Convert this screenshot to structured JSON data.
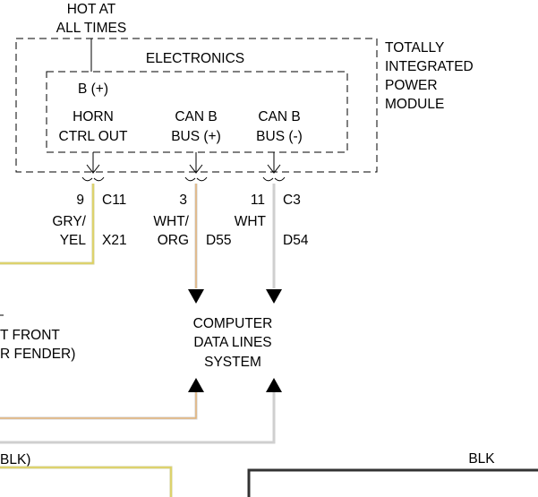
{
  "hot_label": {
    "line1": "HOT AT",
    "line2": "ALL TIMES"
  },
  "module_name": {
    "line1": "TOTALLY",
    "line2": "INTEGRATED",
    "line3": "POWER",
    "line4": "MODULE"
  },
  "electronics_label": "ELECTRONICS",
  "battery_label": "B (+)",
  "pins": [
    {
      "name_line1": "HORN",
      "name_line2": "CTRL OUT",
      "pin": "9",
      "connector": "C11",
      "wire_color_line1": "GRY/",
      "wire_color_line2": "YEL",
      "circuit": "X21"
    },
    {
      "name_line1": "CAN B",
      "name_line2": "BUS (+)",
      "pin": "3",
      "connector": "",
      "wire_color_line1": "WHT/",
      "wire_color_line2": "ORG",
      "circuit": "D55"
    },
    {
      "name_line1": "CAN B",
      "name_line2": "BUS (-)",
      "pin": "11",
      "connector": "C3",
      "wire_color_line1": "WHT",
      "wire_color_line2": "",
      "circuit": "D54"
    }
  ],
  "system_label": {
    "line1": "COMPUTER",
    "line2": "DATA LINES",
    "line3": "SYSTEM"
  },
  "left_partial_label": {
    "line1": "T FRONT",
    "line2": "R FENDER)"
  },
  "bottom_left_label": "BLK)",
  "bottom_right_label": "BLK",
  "wire_colors": {
    "gry_yel_outer": "#d2d2a0",
    "gry_yel_inner": "#e8d23a",
    "wht_org_outer": "#cfcfcf",
    "wht_org_inner": "#f0a850",
    "wht": "#cfcfcf",
    "blk": "#333333"
  }
}
